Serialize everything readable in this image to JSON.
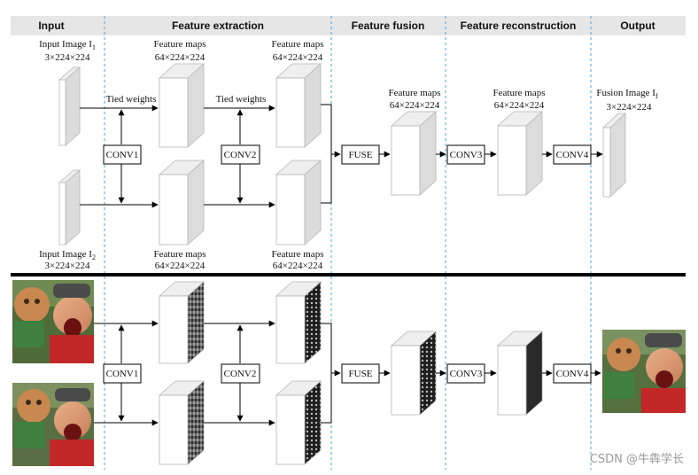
{
  "headers": {
    "input": "Input",
    "feature_extraction": "Feature extraction",
    "feature_fusion": "Feature fusion",
    "feature_reconstruction": "Feature reconstruction",
    "output": "Output"
  },
  "labels": {
    "input_image_1": "Input Image I",
    "input_image_1_sub": "1",
    "input_image_2": "Input Image I",
    "input_image_2_sub": "2",
    "input_dims": "3×224×224",
    "feature_maps": "Feature maps",
    "feature_dims": "64×224×224",
    "tied_weights": "Tied weights",
    "fusion_image": "Fusion Image I",
    "fusion_image_sub": "f",
    "fusion_dims": "3×224×224"
  },
  "ops": {
    "conv1": "CONV1",
    "conv2": "CONV2",
    "fuse": "FUSE",
    "conv3": "CONV3",
    "conv4": "CONV4"
  },
  "watermark": "CSDN @牛犇学长",
  "colors": {
    "header_band": "#e6e6e6",
    "divider": "#4aa3d8",
    "block_front": "#ffffff",
    "block_side": "#dcdcdc"
  }
}
